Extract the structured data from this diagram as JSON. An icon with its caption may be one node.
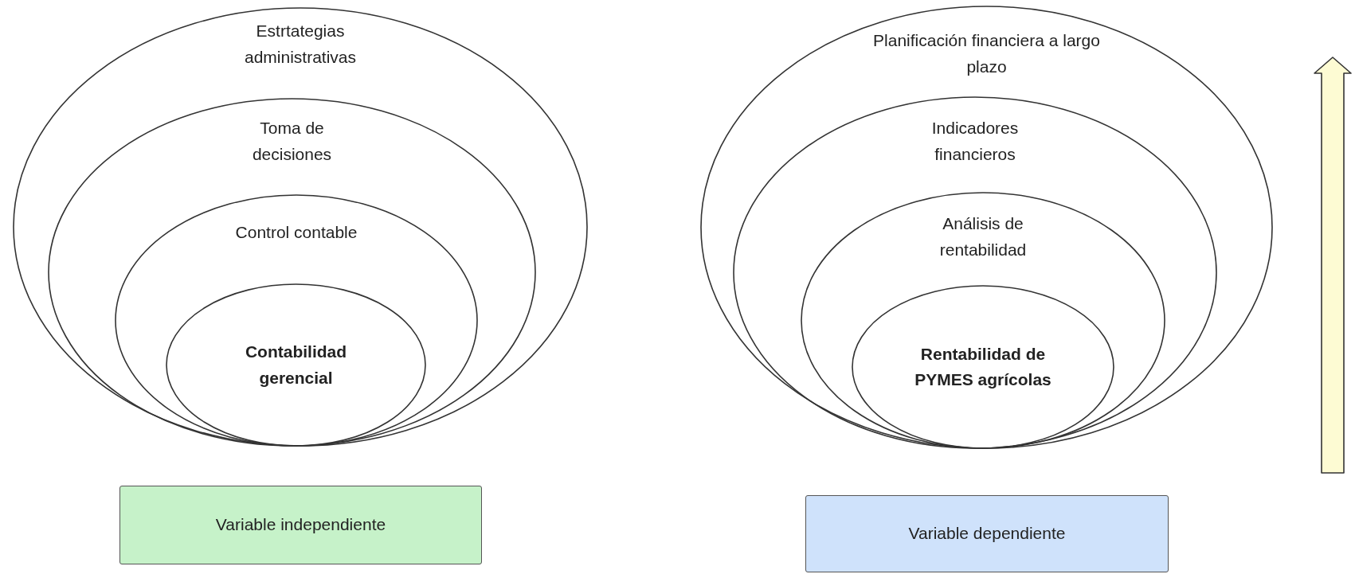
{
  "diagram": {
    "nodes": [
      {
        "text": [
          "Estrtategias administrativas"
        ]
      },
      {
        "text": [
          "Toma de decisiones"
        ],
        "in": 0
      },
      {
        "text": [
          "Control contable"
        ],
        "in": 1
      },
      {
        "text": [
          "Contabilidad gerencial"
        ],
        "in": 2
      },
      {
        "text": [
          "Planificación financiera a largo plazo"
        ]
      },
      {
        "text": [
          "Indicadores financieros"
        ],
        "in": 4
      },
      {
        "text": [
          "Análisis de rentabilidad"
        ],
        "in": 5
      },
      {
        "text": [
          "Rentabilidad de PYMES agrícolas"
        ],
        "in": 6
      },
      {
        "text": [
          "Variable independiente"
        ]
      },
      {
        "text": [
          "Variable dependiente"
        ]
      }
    ]
  }
}
